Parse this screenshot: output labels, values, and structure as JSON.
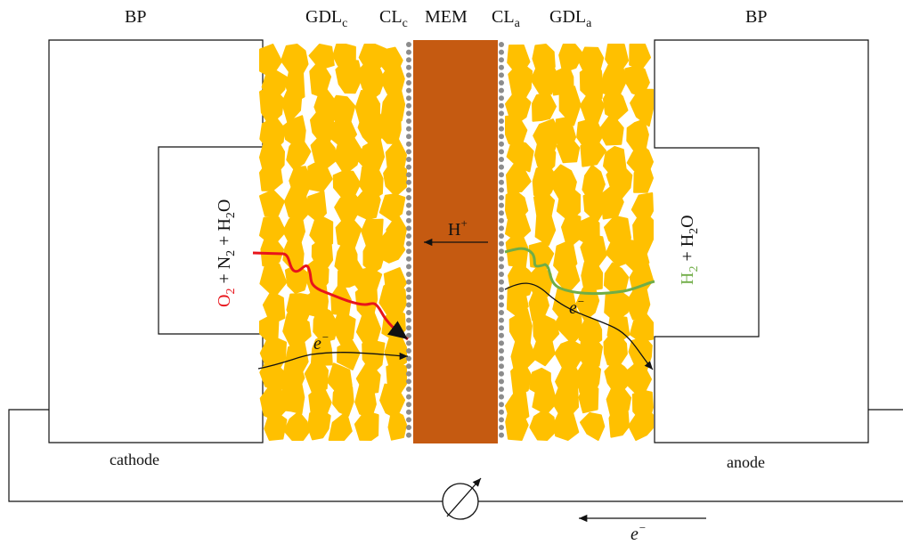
{
  "labels": {
    "bp_left": "BP",
    "bp_right": "BP",
    "gdl_c_base": "GDL",
    "gdl_c_sub": "c",
    "cl_c_base": "CL",
    "cl_c_sub": "c",
    "mem": "MEM",
    "cl_a_base": "CL",
    "cl_a_sub": "a",
    "gdl_a_base": "GDL",
    "gdl_a_sub": "a",
    "cathode": "cathode",
    "anode": "anode"
  },
  "reactants": {
    "cathode_o": "O",
    "cathode_o_sub": "2",
    "cathode_plus1": " + N",
    "cathode_n_sub": "2",
    "cathode_plus2": " + H",
    "cathode_h_sub": "2",
    "cathode_tail": "O",
    "anode_h": "H",
    "anode_h_sub": "2",
    "anode_plus": " + H",
    "anode_h2_sub": "2",
    "anode_tail": "O"
  },
  "proton": {
    "base": "H",
    "sup": "+"
  },
  "electron": {
    "base": "e",
    "sup": "−"
  },
  "colors": {
    "particle": "#FFC000",
    "membrane": "#C55A11",
    "catalyst": "#8C8C8C",
    "cathode_path": "#E8141B",
    "anode_path": "#70AD47",
    "line": "#111111"
  },
  "icons": {
    "meter": "ammeter-icon"
  }
}
